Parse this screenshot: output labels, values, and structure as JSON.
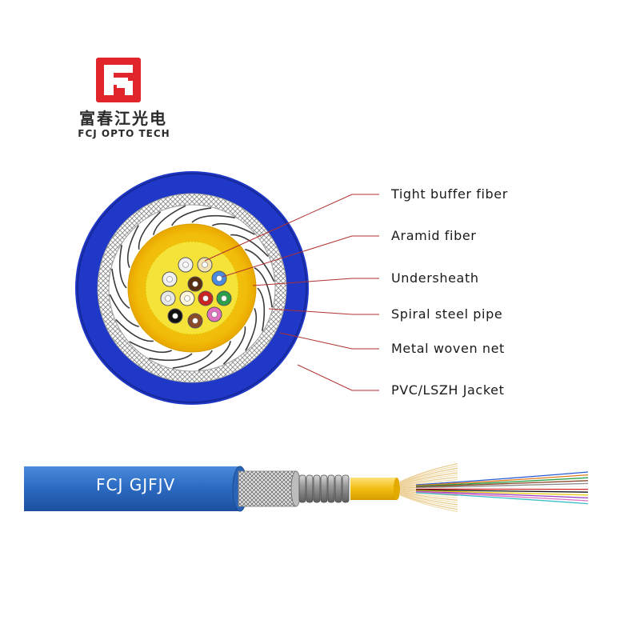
{
  "logo": {
    "chinese_name": "富春江光电",
    "english_name": "FCJ OPTO TECH",
    "brand_color": "#e0262a"
  },
  "labels": [
    {
      "text": "Tight buffer fiber"
    },
    {
      "text": "Aramid fiber"
    },
    {
      "text": "Undersheath"
    },
    {
      "text": "Spiral steel pipe"
    },
    {
      "text": "Metal woven net"
    },
    {
      "text": "PVC/LSZH Jacket"
    }
  ],
  "cable": {
    "print_text": "FCJ GJFJV",
    "jacket_color": "#2f6fc4",
    "undersheath_color": "#f3c30c"
  },
  "colors": {
    "outer_jacket": "#1f38c8",
    "leader_lines": "#b03030",
    "fibers": [
      "#f2f2f2",
      "#f1e2b0",
      "#f0f0f0",
      "#5a2d0e",
      "#4a8be0",
      "#e8e8e8",
      "#fff8dc",
      "#cc2222",
      "#2aa04a",
      "#111111",
      "#8a4a2a",
      "#e070c0",
      "#b03c3c"
    ]
  }
}
